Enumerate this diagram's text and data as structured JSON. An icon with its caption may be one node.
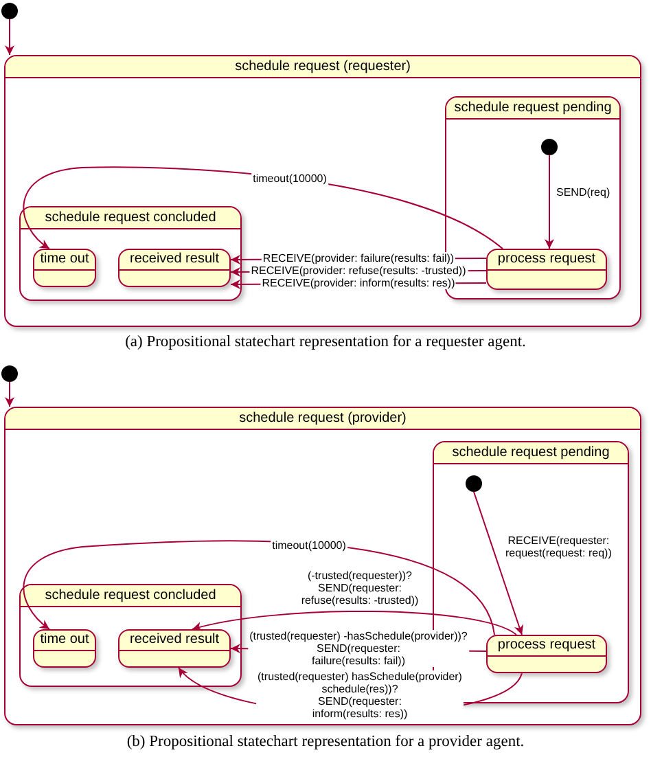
{
  "diagram": {
    "nodes": [
      {
        "text": [],
        "shape": "circle"
      },
      {
        "text": [
          "schedule request (requester)"
        ]
      },
      {
        "text": [
          "schedule request pending"
        ],
        "in": 1
      },
      {
        "text": [],
        "shape": "circle",
        "in": 2
      },
      {
        "text": [
          "process request"
        ],
        "in": 2
      },
      {
        "text": [
          "schedule request concluded"
        ],
        "in": 1
      },
      {
        "text": [
          "time out"
        ],
        "in": 5
      },
      {
        "text": [
          "received result"
        ],
        "in": 5
      },
      {
        "text": [],
        "shape": "circle"
      },
      {
        "text": [
          "schedule request (provider)"
        ]
      },
      {
        "text": [
          "schedule request pending"
        ],
        "in": 9
      },
      {
        "text": [],
        "shape": "circle",
        "in": 10
      },
      {
        "text": [
          "process request"
        ],
        "in": 10
      },
      {
        "text": [
          "schedule request concluded"
        ],
        "in": 9
      },
      {
        "text": [
          "time out"
        ],
        "in": 13
      },
      {
        "text": [
          "received result"
        ],
        "in": 13
      }
    ],
    "edges": [
      {
        "from": 0,
        "to": 1,
        "arrow": "to"
      },
      {
        "from": 3,
        "to": 4,
        "arrow": "to",
        "label": "SEND(req)"
      },
      {
        "from": 4,
        "to": 6,
        "arrow": "to",
        "label": "timeout(10000)"
      },
      {
        "from": 4,
        "to": 7,
        "arrow": "to",
        "label": "RECEIVE(provider: failure(results: fail))"
      },
      {
        "from": 4,
        "to": 7,
        "arrow": "to",
        "label": "RECEIVE(provider: refuse(results: -trusted))"
      },
      {
        "from": 4,
        "to": 7,
        "arrow": "to",
        "label": "RECEIVE(provider: inform(results: res))"
      },
      {
        "from": 8,
        "to": 9,
        "arrow": "to"
      },
      {
        "from": 11,
        "to": 12,
        "arrow": "to",
        "label": "RECEIVE(requester: request(request: req))"
      },
      {
        "from": 12,
        "to": 14,
        "arrow": "to",
        "label": "timeout(10000)"
      },
      {
        "from": 12,
        "to": 15,
        "arrow": "to",
        "label": "(-trusted(requester))? SEND(requester: refuse(results: -trusted))"
      },
      {
        "from": 12,
        "to": 15,
        "arrow": "to",
        "label": "(trusted(requester) -hasSchedule(provider))? SEND(requester: failure(results: fail))"
      },
      {
        "from": 12,
        "to": 15,
        "arrow": "to",
        "label": "(trusted(requester) hasSchedule(provider) schedule(res))? SEND(requester: inform(results: res))"
      }
    ],
    "labels": [
      "(a) Propositional statechart representation for a requester agent.",
      "(b) Propositional statechart representation for a provider agent."
    ]
  }
}
